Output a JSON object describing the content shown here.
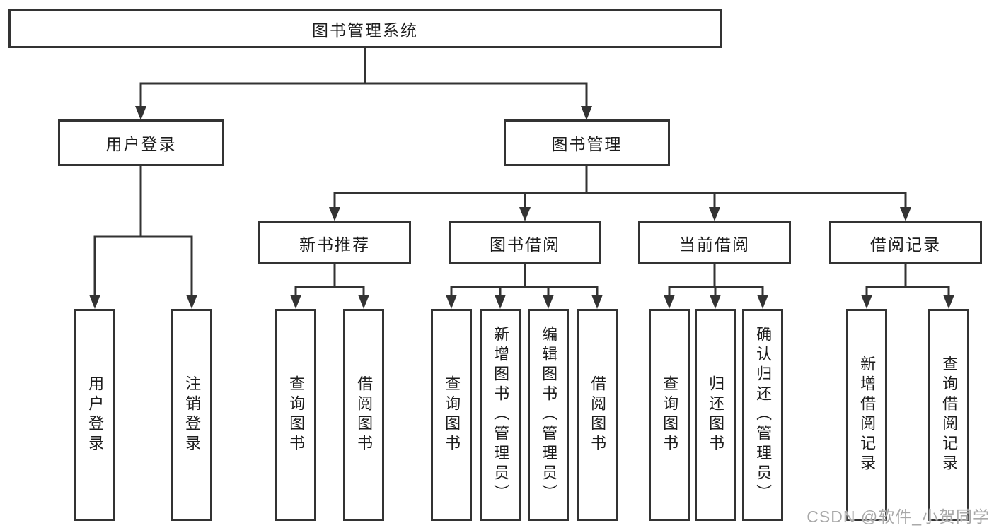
{
  "tree": {
    "label": "图书管理系统",
    "children": [
      {
        "label": "用户登录",
        "children": [
          {
            "label": "用户登录"
          },
          {
            "label": "注销登录"
          }
        ]
      },
      {
        "label": "图书管理",
        "children": [
          {
            "label": "新书推荐",
            "children": [
              {
                "label": "查询图书"
              },
              {
                "label": "借阅图书"
              }
            ]
          },
          {
            "label": "图书借阅",
            "children": [
              {
                "label": "查询图书"
              },
              {
                "label": "新增图书（管理员）"
              },
              {
                "label": "编辑图书（管理员）"
              },
              {
                "label": "借阅图书"
              }
            ]
          },
          {
            "label": "当前借阅",
            "children": [
              {
                "label": "查询图书"
              },
              {
                "label": "归还图书"
              },
              {
                "label": "确认归还（管理员）"
              }
            ]
          },
          {
            "label": "借阅记录",
            "children": [
              {
                "label": "新增借阅记录"
              },
              {
                "label": "查询借阅记录"
              }
            ]
          }
        ]
      }
    ]
  },
  "watermark": {
    "text": "CSDN @软件_小贺同学"
  },
  "colors": {
    "line": "#333333",
    "box_border": "#333333",
    "box_fill": "#ffffff",
    "text": "#1d1d1d",
    "watermark": "#a8a8a8",
    "background": "#ffffff"
  }
}
